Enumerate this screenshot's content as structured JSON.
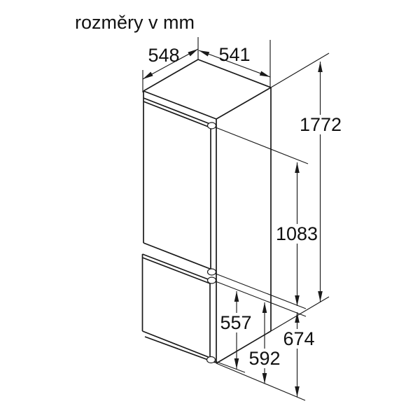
{
  "title": "rozměry v mm",
  "colors": {
    "line": "#1a1a1a",
    "background": "#ffffff",
    "text": "#111111"
  },
  "diagram": {
    "type": "isometric dimension drawing",
    "subject": "built-in fridge-freezer outline with two doors and hinge pins",
    "unit": "mm",
    "labels": {
      "depth_top": "548",
      "width_top": "541",
      "total_height": "1772",
      "upper_door_height": "1083",
      "lower_door_height": "557",
      "depth_door_zone": "674",
      "depth_base": "592"
    }
  }
}
